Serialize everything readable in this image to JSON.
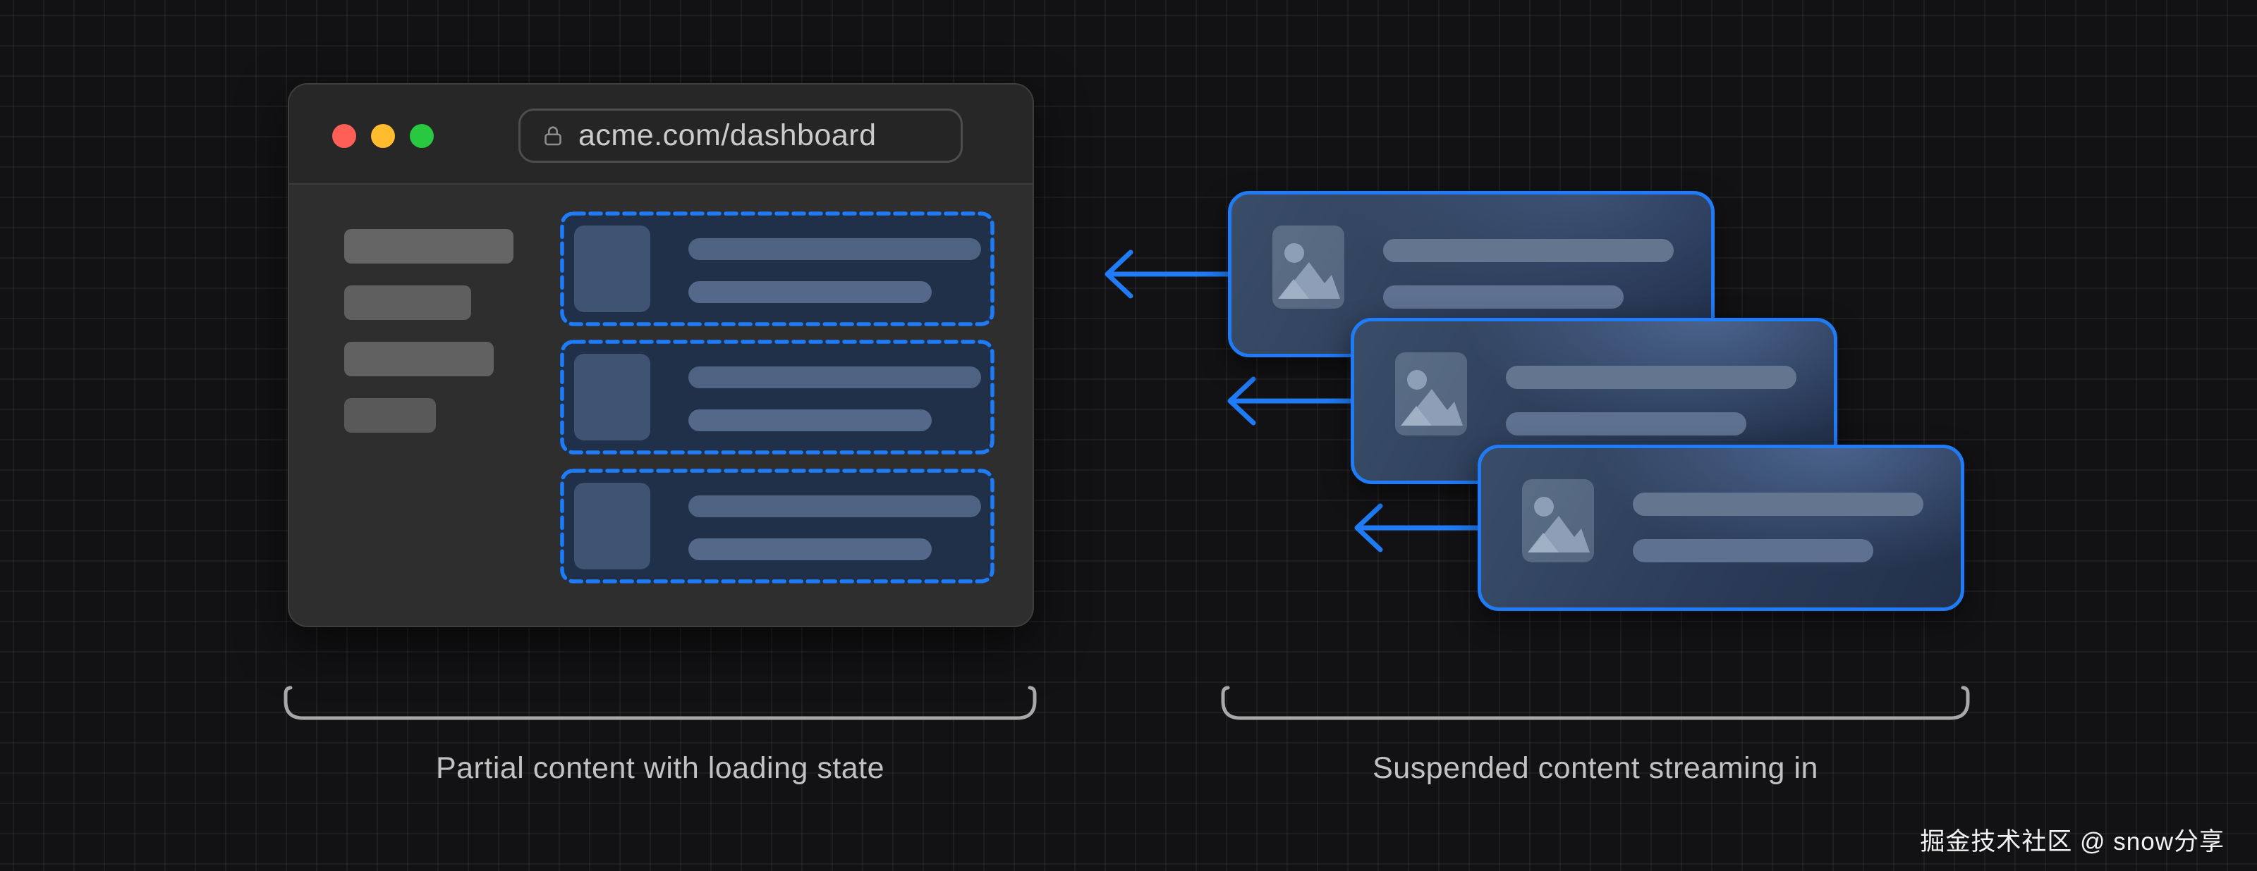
{
  "browser": {
    "url": "acme.com/dashboard",
    "traffic_lights": [
      {
        "name": "close",
        "color": "#ff5f57"
      },
      {
        "name": "minimize",
        "color": "#febc2e"
      },
      {
        "name": "maximize",
        "color": "#28c840"
      }
    ],
    "sidebar_skeleton_bars": 4,
    "loading_cards": 3
  },
  "streaming_cards": {
    "count": 3,
    "text_bars_per_card": 2,
    "image_icon": "photo-placeholder",
    "arrow_direction": "left"
  },
  "captions": {
    "left": "Partial content with loading state",
    "right": "Suspended content streaming in"
  },
  "watermark": "掘金技术社区 @ snow分享",
  "colors": {
    "canvas_background": "#121214",
    "grid_line": "#1e1e1e",
    "accent_blue": "#1f7bf6",
    "loading_card_bg": "#213049",
    "skeleton_gray": "#616161",
    "caption_text": "#c2c2c2",
    "url_text": "#cbcbcb"
  }
}
